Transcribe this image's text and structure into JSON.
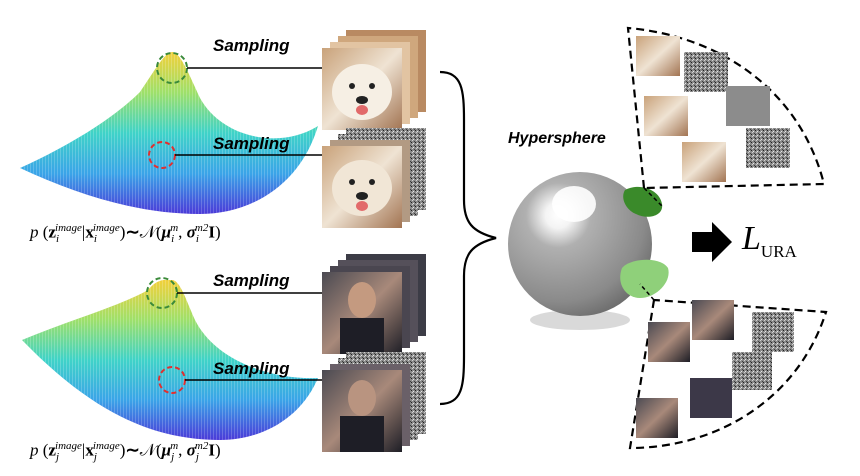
{
  "labels": {
    "sampling": "Sampling",
    "hypersphere": "Hypersphere"
  },
  "formulas": {
    "top": {
      "var": "z",
      "sub": "i",
      "sup": "image",
      "given": "x",
      "op": "∼",
      "mu_sub": "i",
      "mu_sup": "m",
      "sigma_sub": "i",
      "sigma_sup": "m2",
      "identity": "I"
    },
    "bottom": {
      "var": "z",
      "sub": "j",
      "sup": "image",
      "given": "x",
      "op": "∼",
      "mu_sub": "j",
      "mu_sup": "m",
      "sigma_sub": "j",
      "sigma_sup": "m2",
      "identity": "I"
    }
  },
  "loss": {
    "symbol": "L",
    "subscript": "URA"
  },
  "colors": {
    "sphere_gray": "#8f8f8f",
    "dark_green_patch": "#3a8a2a",
    "light_green_patch": "#8fd07a",
    "peak_circle": "#3a8a3a",
    "sample_circle": "#e03030"
  }
}
